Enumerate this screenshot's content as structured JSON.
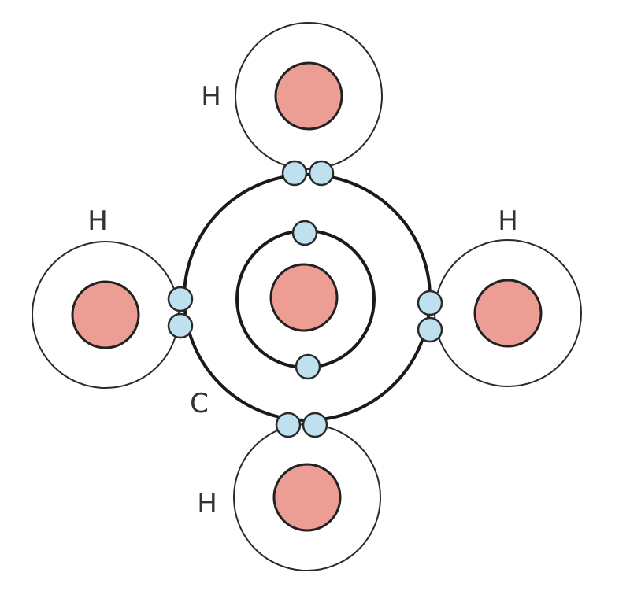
{
  "labels": {
    "h_top": "H",
    "h_left": "H",
    "h_right": "H",
    "h_bottom": "H",
    "carbon": "C"
  },
  "colors": {
    "nucleus": "#ec9e94",
    "electron": "#bfe1ef",
    "line": "#1a1a1a"
  },
  "molecule": {
    "central_atom": "C",
    "bonded_atoms": [
      "H",
      "H",
      "H",
      "H"
    ],
    "shared_electron_pairs": 4,
    "carbon_inner_shell_electrons": 2
  }
}
